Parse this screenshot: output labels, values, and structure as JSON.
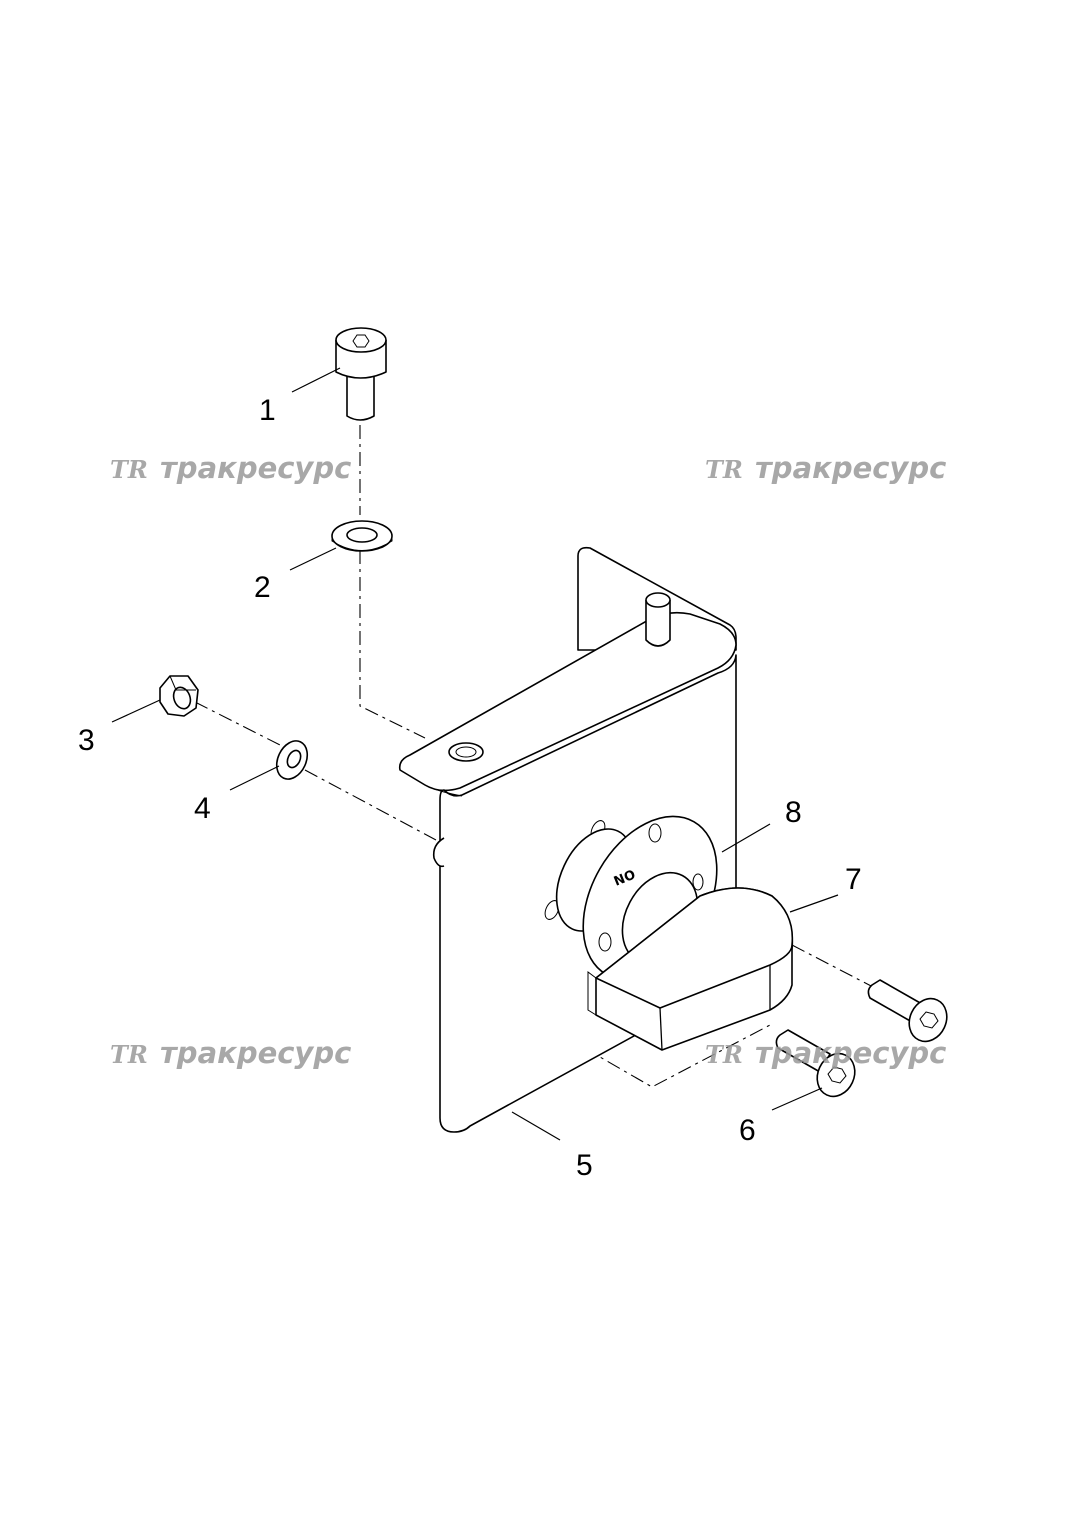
{
  "callouts": [
    "1",
    "2",
    "3",
    "4",
    "5",
    "6",
    "7",
    "8"
  ],
  "watermark": {
    "logo_text": "TR",
    "brand_text": "тракресурс",
    "color": "#9a9a9a"
  },
  "part_marking": "NO"
}
